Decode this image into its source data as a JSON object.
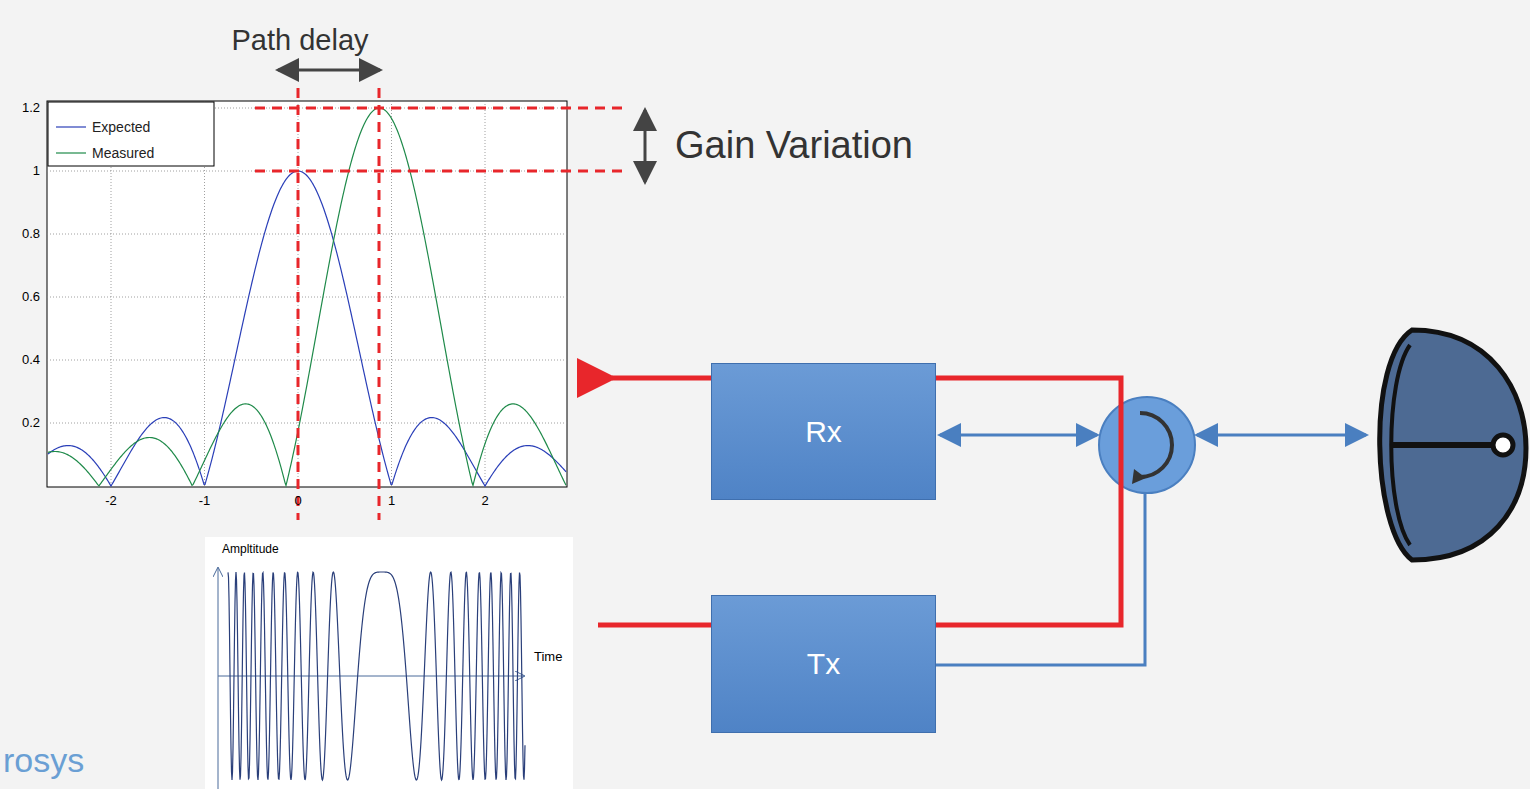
{
  "diagram": {
    "nodes": [
      {
        "text": [
          "Rx"
        ]
      },
      {
        "text": [
          "Tx"
        ]
      }
    ],
    "labels": [
      "Path delay",
      "Gain Variation",
      "1.2",
      "1",
      "0.8",
      "0.6",
      "0.4",
      "0.2",
      "-2",
      "-1",
      "0",
      "1",
      "2",
      "Ampltitude",
      "Time",
      "rosys"
    ],
    "legend": [
      {
        "text": "Expected"
      },
      {
        "text": "Measured"
      }
    ]
  }
}
